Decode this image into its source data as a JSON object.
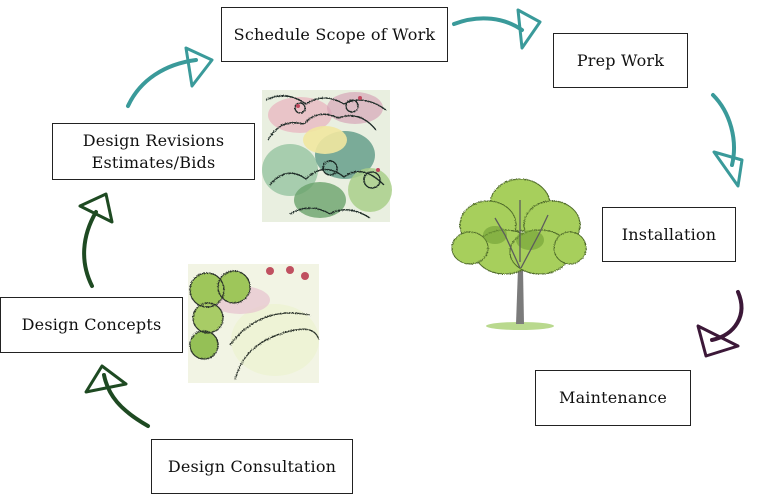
{
  "diagram": {
    "steps": {
      "schedule": "Schedule Scope of Work",
      "prep": "Prep Work",
      "installation": "Installation",
      "maintenance": "Maintenance",
      "consultation": "Design Consultation",
      "concepts": "Design Concepts",
      "revisions_line1": "Design Revisions",
      "revisions_line2": "Estimates/Bids"
    },
    "colors": {
      "teal_arrow": "#3a9a9a",
      "dark_green_arrow": "#1e4a22",
      "purple_arrow": "#3c1838",
      "leaf_green": "#8cc24a",
      "trunk": "#6b6b6b"
    }
  }
}
